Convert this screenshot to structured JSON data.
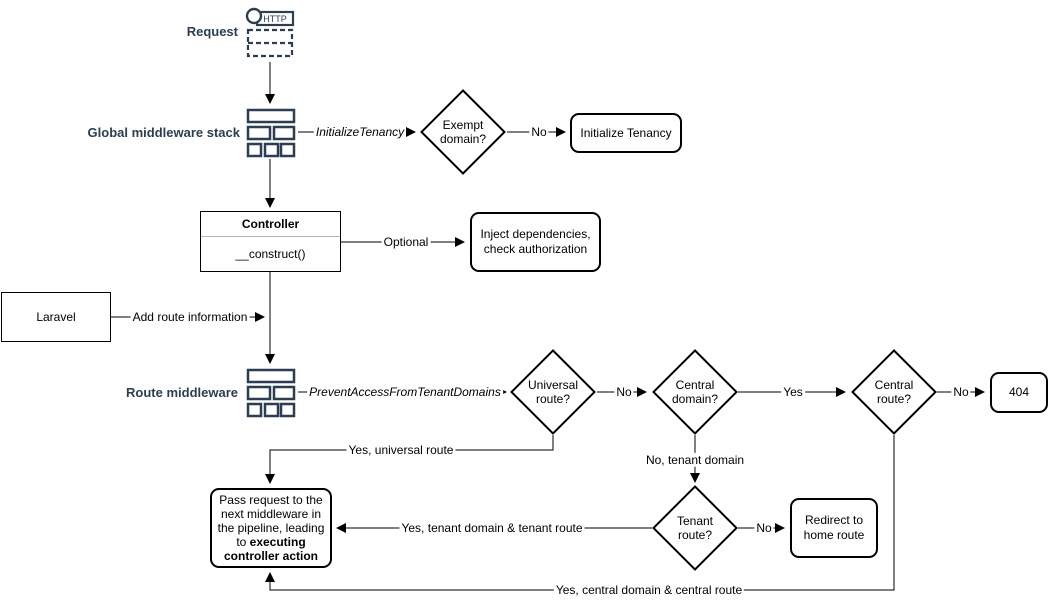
{
  "colors": {
    "navy": "#2b3e52",
    "line": "#000000",
    "background": "#ffffff"
  },
  "stage_labels": {
    "request": "Request",
    "global_middleware_stack": "Global middleware stack",
    "route_middleware": "Route middleware"
  },
  "http_icon_label": "HTTP",
  "nodes": {
    "exempt_domain": "Exempt domain?",
    "initialize_tenancy": "Initialize Tenancy",
    "controller_title": "Controller",
    "controller_constructor": "__construct()",
    "inject_dependencies": "Inject dependencies, check authorization",
    "laravel": "Laravel",
    "universal_route": "Universal route?",
    "central_domain": "Central domain?",
    "central_route": "Central route?",
    "error_404": "404",
    "tenant_route": "Tenant route?",
    "redirect_home": "Redirect to home route",
    "pass_request_text": "Pass request to the next middleware in the pipeline, leading to ",
    "pass_request_bold": "executing controller action"
  },
  "edge_labels": {
    "initialize_tenancy_middleware": "InitializeTenancy",
    "exempt_no": "No",
    "optional": "Optional",
    "add_route_information": "Add route information",
    "prevent_access_middleware": "PreventAccessFromTenantDomains",
    "universal_no": "No",
    "central_domain_yes": "Yes",
    "central_route_no": "No",
    "yes_universal_route": "Yes, universal route",
    "no_tenant_domain": "No, tenant domain",
    "tenant_route_no": "No",
    "yes_tenant_domain_tenant_route": "Yes, tenant domain & tenant route",
    "yes_central_domain_central_route": "Yes, central domain & central route"
  }
}
